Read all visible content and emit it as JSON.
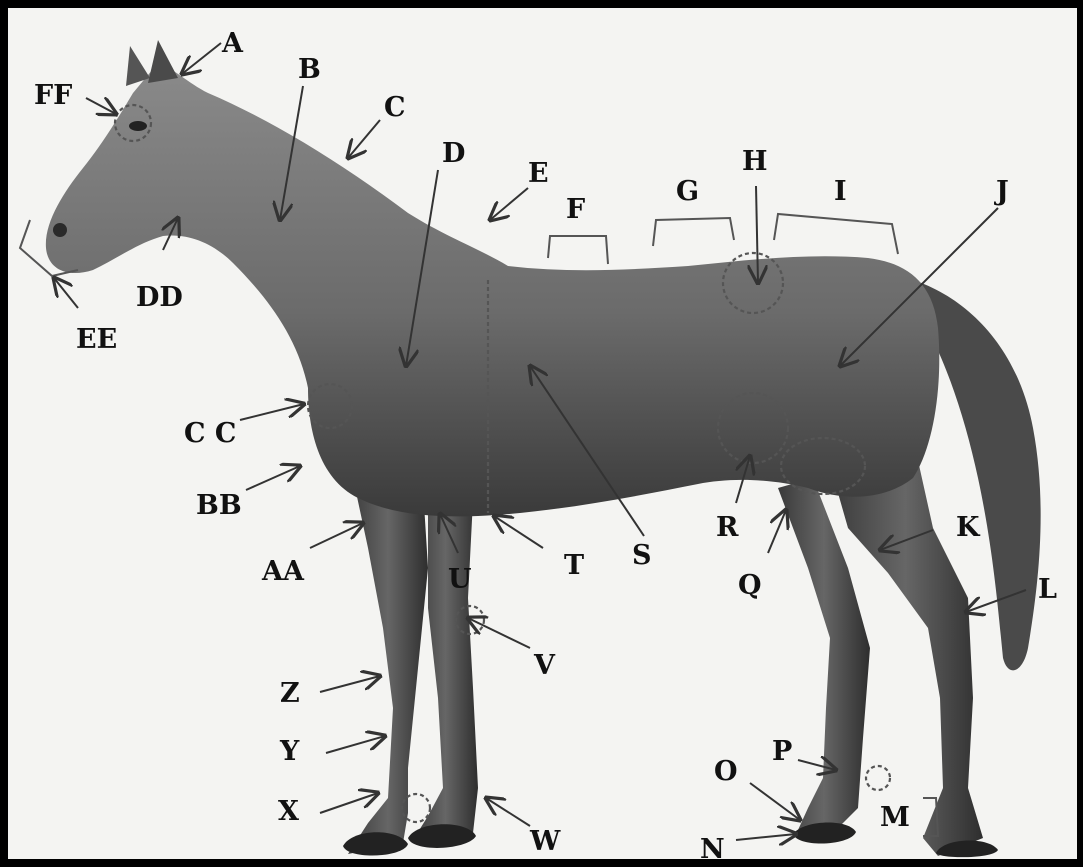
{
  "diagram": {
    "colors": {
      "background": "#f4f4f2",
      "horse_body": "#6b6b6b",
      "horse_dark": "#2a2a2a",
      "label": "#111111"
    },
    "labels": {
      "A": "A",
      "B": "B",
      "C": "C",
      "D": "D",
      "E": "E",
      "F": "F",
      "G": "G",
      "H": "H",
      "I": "I",
      "J": "J",
      "K": "K",
      "L": "L",
      "M": "M",
      "N": "N",
      "O": "O",
      "P": "P",
      "Q": "Q",
      "R": "R",
      "S": "S",
      "T": "T",
      "U": "U",
      "V": "V",
      "W": "W",
      "X": "X",
      "Y": "Y",
      "Z": "Z",
      "AA": "AA",
      "BB": "BB",
      "CC": "C C",
      "DD": "DD",
      "EE": "EE",
      "FF": "FF"
    }
  }
}
